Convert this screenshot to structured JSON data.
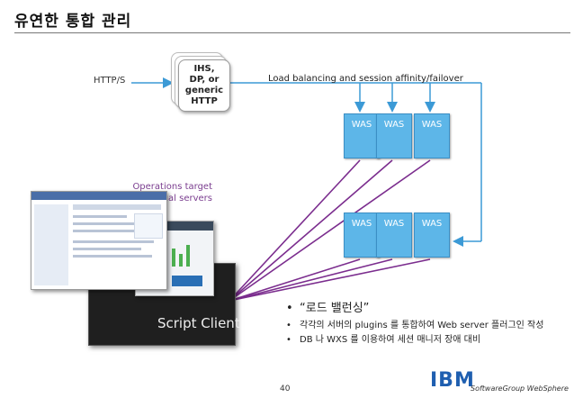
{
  "title": "유연한 통합 관리",
  "http_label": "HTTP/S",
  "proxy": {
    "lines": [
      "IHS,",
      "DP, or",
      "generic",
      "HTTP"
    ]
  },
  "lb_label": "Load balancing and session affinity/failover",
  "was_nodes": [
    "WAS",
    "WAS",
    "WAS",
    "WAS",
    "WAS",
    "WAS"
  ],
  "ops_label": "Operations target individual servers",
  "script_client": "Script Client",
  "bullets": {
    "head": "“로드 밸런싱”",
    "items": [
      "각각의 서버의 plugins 를 통합하여 Web server 플러그인 작성",
      "DB 나 WXS 를 이용하여 세션 매니저 장애 대비"
    ]
  },
  "footer": {
    "page": "40",
    "logo": "IBM",
    "group": "SoftwareGroup WebSphere"
  },
  "colors": {
    "was": "#5db6e8",
    "arrow": "#3c9ad6",
    "purple": "#7b2d8e"
  }
}
